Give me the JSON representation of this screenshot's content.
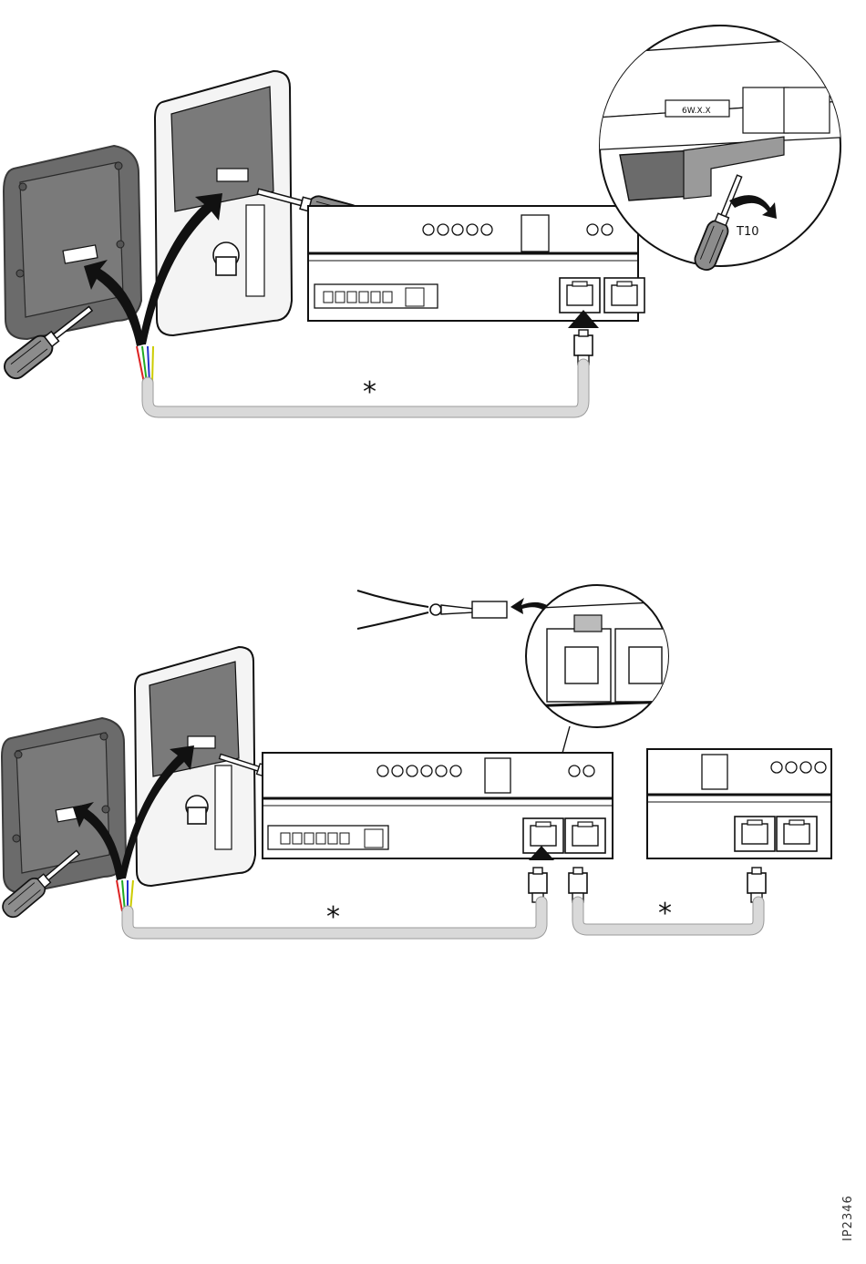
{
  "labels": {
    "torx_bit": "T10",
    "top_cable_marker": "*",
    "bottom_cable_marker_1": "*",
    "bottom_cable_marker_2": "*",
    "board_label": "6W.X.X",
    "figure_code": "IP2346"
  },
  "colors": {
    "housing_dark": "#6b6b6b",
    "housing_edge": "#3a3a3a",
    "backplate": "#f4f4f4",
    "pcb_grey": "#7a7a7a",
    "screwdriver_handle": "#8c8c8c",
    "plier_handles": "#2a2e8f",
    "cable": "#d9d9d9",
    "arrow": "#111111",
    "wire_red": "#d22",
    "wire_green": "#2a2",
    "wire_blue": "#23c",
    "wire_yellow": "#cc0"
  },
  "icons": [
    "screwdriver-icon",
    "pliers-icon",
    "rotate-arrow-icon",
    "rj45-plug-icon",
    "insert-arrow-icon"
  ]
}
